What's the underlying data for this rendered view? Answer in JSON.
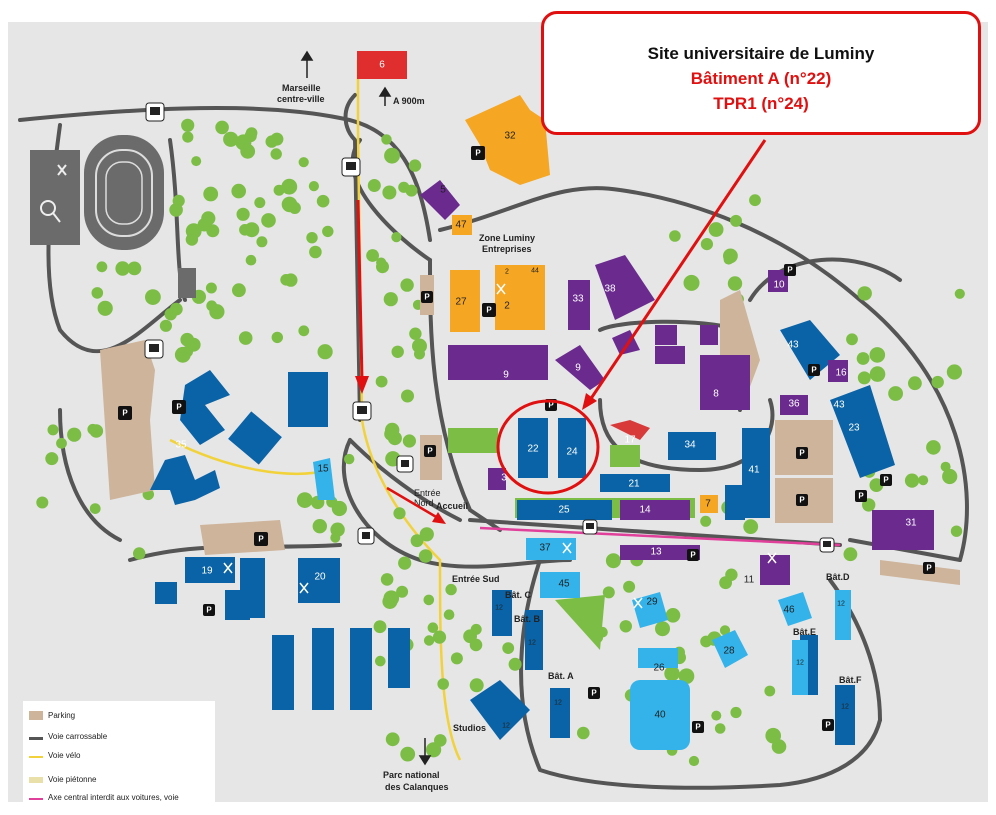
{
  "callout": {
    "title": "Site universitaire de Luminy",
    "line1": "Bâtiment A (n°22)",
    "line2": "TPR1 (n°24)"
  },
  "labels": {
    "marseille": "Marseille",
    "centre_ville": "centre-ville",
    "a900m": "A 900m",
    "zone_luminy": "Zone Luminy",
    "entreprises": "Entreprises",
    "entree": "Entrée",
    "nord": "Nord",
    "accueil": "Accueil",
    "entree_sud": "Entrée Sud",
    "bat_a": "Bât. A",
    "bat_b": "Bât. B",
    "bat_c": "Bât. C",
    "bat_d": "Bât.D",
    "bat_e": "Bât.E",
    "bat_f": "Bât.F",
    "studios": "Studios",
    "parc_national": "Parc national",
    "des_calanques": "des Calanques"
  },
  "buildings": {
    "b2": "2",
    "b3": "3",
    "b5": "5",
    "b6": "6",
    "b7": "7",
    "b8": "8",
    "b9": "9",
    "b10": "10",
    "b11": "11",
    "b13": "13",
    "b14": "14",
    "b15": "15",
    "b16": "16",
    "b17": "17",
    "b19": "19",
    "b20": "20",
    "b21": "21",
    "b22": "22",
    "b23": "23",
    "b24": "24",
    "b25": "25",
    "b26": "26",
    "b27": "27",
    "b28": "28",
    "b29": "29",
    "b31": "31",
    "b32": "32",
    "b33": "33",
    "b34": "34",
    "b35": "35",
    "b36": "36",
    "b37": "37",
    "b38": "38",
    "b40": "40",
    "b41": "41",
    "b43": "43",
    "b44": "44",
    "b45": "45",
    "b46": "46",
    "b47": "47",
    "b12": "12"
  },
  "legend": {
    "parking": "Parking",
    "voie_carrossable": "Voie carrossable",
    "voie_velo": "Voie vélo",
    "voie_pietonne": "Voie piétonne",
    "axe_central": "Axe central interdit aux voitures, voie"
  },
  "parking_letter": "P",
  "colors": {
    "blue": "#0a63a6",
    "light_blue": "#33b3ea",
    "purple": "#6a2a8e",
    "orange": "#f5a623",
    "beige": "#cdb49a",
    "green": "#7cbd45",
    "road": "#555555",
    "background": "#e6e6e6",
    "highlight": "#e01010"
  },
  "icons": [
    "bus-stop-icon",
    "parking-icon",
    "restaurant-icon",
    "sports-icon",
    "north-arrow-icon"
  ]
}
